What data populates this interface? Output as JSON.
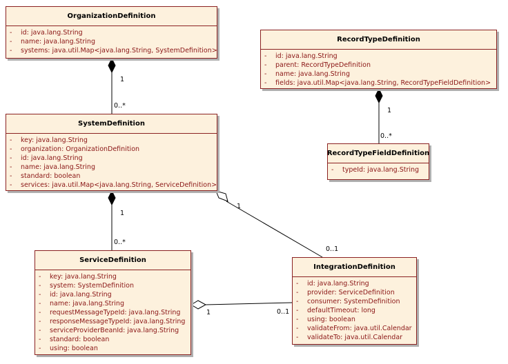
{
  "classes": {
    "organization": {
      "name": "OrganizationDefinition",
      "attrs": [
        {
          "vis": "-",
          "text": "id:  java.lang.String"
        },
        {
          "vis": "-",
          "text": "name:  java.lang.String"
        },
        {
          "vis": "-",
          "text": "systems:  java.util.Map<java.lang.String, SystemDefinition>"
        }
      ]
    },
    "system": {
      "name": "SystemDefinition",
      "attrs": [
        {
          "vis": "-",
          "text": "key:  java.lang.String"
        },
        {
          "vis": "-",
          "text": "organization:  OrganizationDefinition"
        },
        {
          "vis": "-",
          "text": "id:  java.lang.String"
        },
        {
          "vis": "-",
          "text": "name:  java.lang.String"
        },
        {
          "vis": "-",
          "text": "standard:  boolean"
        },
        {
          "vis": "-",
          "text": "services:  java.util.Map<java.lang.String, ServiceDefinition>"
        }
      ]
    },
    "service": {
      "name": "ServiceDefinition",
      "attrs": [
        {
          "vis": "-",
          "text": "key:  java.lang.String"
        },
        {
          "vis": "-",
          "text": "system:  SystemDefinition"
        },
        {
          "vis": "-",
          "text": "id:  java.lang.String"
        },
        {
          "vis": "-",
          "text": "name:  java.lang.String"
        },
        {
          "vis": "-",
          "text": "requestMessageTypeId:  java.lang.String"
        },
        {
          "vis": "-",
          "text": "responseMessageTypeId:  java.lang.String"
        },
        {
          "vis": "-",
          "text": "serviceProviderBeanId:  java.lang.String"
        },
        {
          "vis": "-",
          "text": "standard:  boolean"
        },
        {
          "vis": "-",
          "text": "using:  boolean"
        }
      ]
    },
    "integration": {
      "name": "IntegrationDefinition",
      "attrs": [
        {
          "vis": "-",
          "text": "id:  java.lang.String"
        },
        {
          "vis": "-",
          "text": "provider:  ServiceDefinition"
        },
        {
          "vis": "-",
          "text": "consumer:  SystemDefinition"
        },
        {
          "vis": "-",
          "text": "defaultTimeout:  long"
        },
        {
          "vis": "-",
          "text": "using:  boolean"
        },
        {
          "vis": "-",
          "text": "validateFrom:  java.util.Calendar"
        },
        {
          "vis": "-",
          "text": "validateTo:  java.util.Calendar"
        }
      ]
    },
    "recordType": {
      "name": "RecordTypeDefinition",
      "attrs": [
        {
          "vis": "-",
          "text": "id:  java.lang.String"
        },
        {
          "vis": "-",
          "text": "parent:  RecordTypeDefinition"
        },
        {
          "vis": "-",
          "text": "name:  java.lang.String"
        },
        {
          "vis": "-",
          "text": "fields:  java.util.Map<java.lang.String, RecordTypeFieldDefinition>"
        }
      ]
    },
    "recordTypeField": {
      "name": "RecordTypeFieldDefinition",
      "attrs": [
        {
          "vis": "-",
          "text": "typeId:  java.lang.String"
        }
      ]
    }
  },
  "multiplicities": {
    "org_sys_whole": "1",
    "org_sys_part": "0..*",
    "sys_svc_whole": "1",
    "sys_svc_part": "0..*",
    "rt_field_whole": "1",
    "rt_field_part": "0..*",
    "sys_int_whole": "1",
    "sys_int_part": "0..1",
    "svc_int_whole": "1",
    "svc_int_part": "0..1"
  },
  "colors": {
    "class_fill": "#fdf1dd",
    "class_border": "#8a2020",
    "attribute_text": "#8a1515",
    "line": "#000000"
  }
}
